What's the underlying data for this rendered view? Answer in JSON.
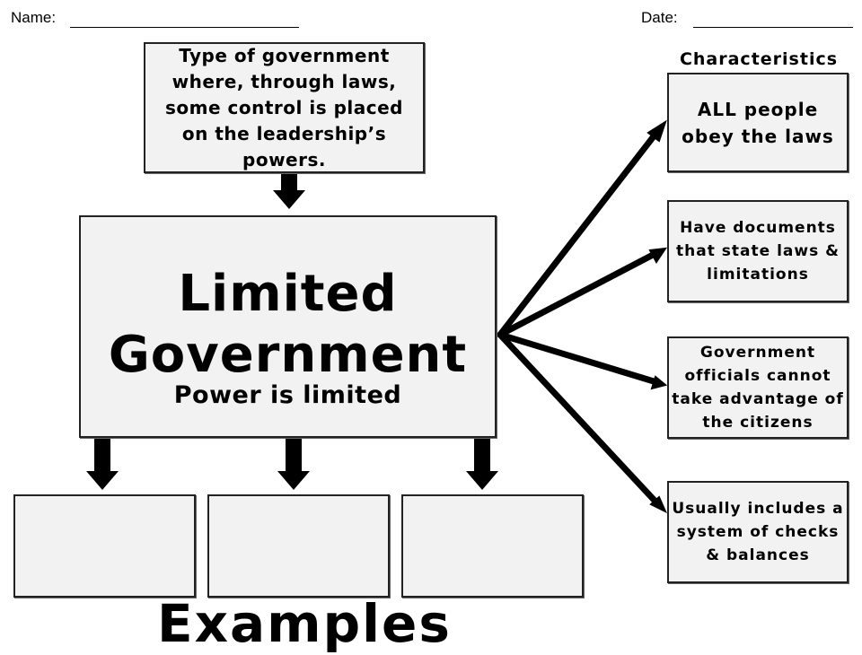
{
  "header": {
    "name_label": "Name: ",
    "date_label": "Date: "
  },
  "definition": {
    "text": "Type of government where, through laws, some control is placed on the leadership’s powers."
  },
  "main": {
    "title": "Limited Government",
    "subtitle": "Power is limited"
  },
  "characteristics": {
    "heading": "Characteristics",
    "items": [
      "ALL people obey the laws",
      "Have documents that state laws & limitations",
      "Government officials cannot take advantage of the citizens",
      "Usually includes a system of checks & balances"
    ]
  },
  "examples": {
    "label": "Examples",
    "items": [
      "",
      "",
      ""
    ]
  },
  "colors": {
    "box_fill": "#f2f2f2",
    "box_border": "#222222",
    "arrow": "#000000"
  }
}
